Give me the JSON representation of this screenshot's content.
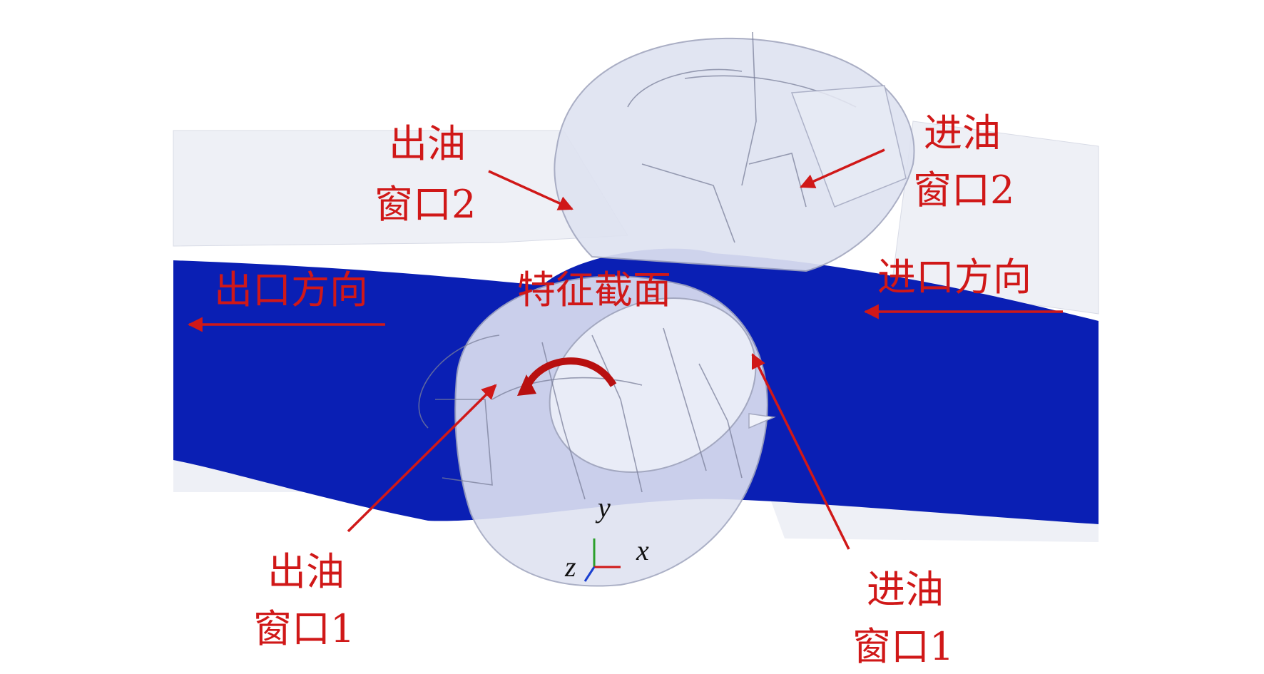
{
  "labels": {
    "outlet_window_2": [
      "出油",
      "窗口2"
    ],
    "inlet_window_2": [
      "进油",
      "窗口2"
    ],
    "outlet_direction": "出口方向",
    "inlet_direction": "进口方向",
    "feature_section": "特征截面",
    "outlet_window_1": [
      "出油",
      "窗口1"
    ],
    "inlet_window_1": [
      "进油",
      "窗口1"
    ]
  },
  "axes": {
    "x": "x",
    "y": "y",
    "z": "z"
  },
  "colors": {
    "label": "#d01818",
    "section_plane": "#0a1fb4",
    "channel": "#eef0f6",
    "cylinder": "#dfe3f1"
  }
}
